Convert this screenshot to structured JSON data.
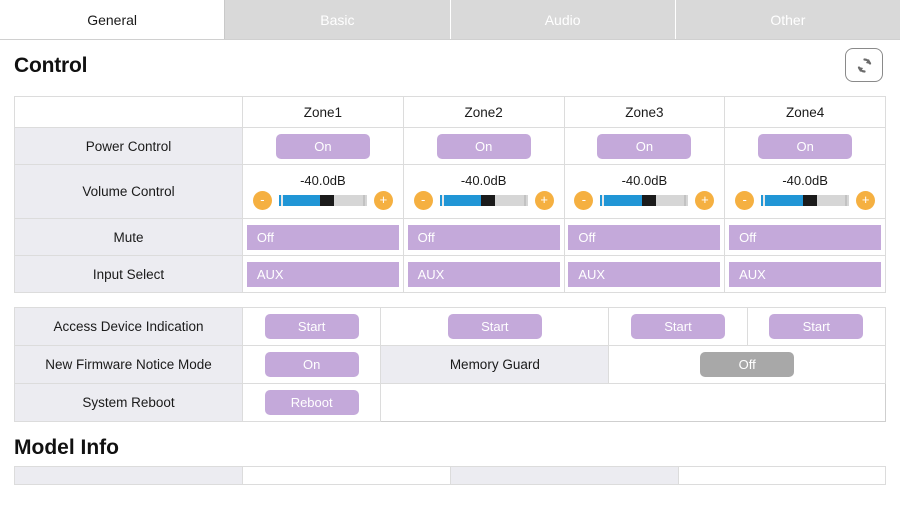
{
  "tabs": [
    {
      "label": "General",
      "active": true
    },
    {
      "label": "Basic",
      "active": false
    },
    {
      "label": "Audio",
      "active": false
    },
    {
      "label": "Other",
      "active": false
    }
  ],
  "control": {
    "title": "Control",
    "refresh_icon": "refresh-icon",
    "zones": [
      "Zone1",
      "Zone2",
      "Zone3",
      "Zone4"
    ],
    "rows": {
      "power": {
        "label": "Power Control",
        "values": [
          "On",
          "On",
          "On",
          "On"
        ]
      },
      "volume": {
        "label": "Volume Control",
        "values": [
          "-40.0dB",
          "-40.0dB",
          "-40.0dB",
          "-40.0dB"
        ],
        "minus": "-",
        "plus": "+",
        "fill_percent": 55
      },
      "mute": {
        "label": "Mute",
        "values": [
          "Off",
          "Off",
          "Off",
          "Off"
        ]
      },
      "input_select": {
        "label": "Input Select",
        "values": [
          "AUX",
          "AUX",
          "AUX",
          "AUX"
        ]
      }
    }
  },
  "device": {
    "access_indication": {
      "label": "Access Device Indication",
      "values": [
        "Start",
        "Start",
        "Start",
        "Start"
      ]
    },
    "firmware_notice": {
      "label": "New Firmware Notice Mode",
      "value": "On"
    },
    "memory_guard": {
      "label": "Memory Guard",
      "value": "Off"
    },
    "system_reboot": {
      "label": "System Reboot",
      "value": "Reboot"
    }
  },
  "model_info": {
    "title": "Model Info"
  },
  "colors": {
    "accent_purple": "#c4a9da",
    "accent_gray": "#a8a8a8",
    "slider_blue": "#2196d6",
    "step_orange": "#f5b041",
    "label_bg": "#ececf1",
    "tab_inactive": "#d9d9d9"
  }
}
